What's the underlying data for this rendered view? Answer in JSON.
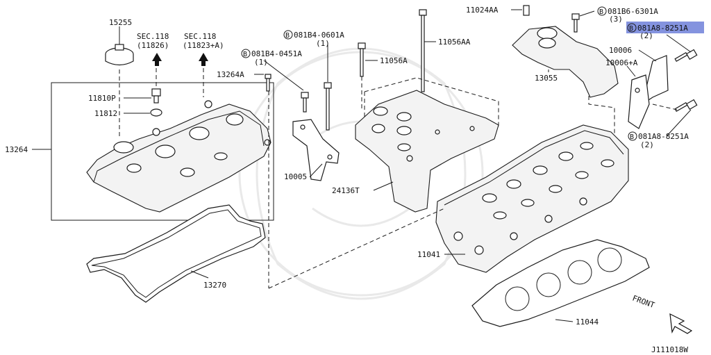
{
  "diagram": {
    "part_labels": {
      "p15255": "15255",
      "sec118_a": "SEC.118",
      "sec118_a_ref": "(11826)",
      "sec118_b": "SEC.118",
      "sec118_b_ref": "(11823+A)",
      "p081B4_0601A": "081B4-0601A",
      "p081B4_0601A_qty": "(1)",
      "p081B4_0451A": "081B4-0451A",
      "p081B4_0451A_qty": "(1)",
      "p13264A": "13264A",
      "p11810P": "11810P",
      "p11812": "11812",
      "p13264": "13264",
      "p11056A": "11056A",
      "p11056AA": "11056AA",
      "p11024AA": "11024AA",
      "p081B6_6301A": "081B6-6301A",
      "p081B6_6301A_qty": "(3)",
      "p081A8_8251A_top": "081A8-8251A",
      "p081A8_8251A_top_qty": "(2)",
      "p10006": "10006",
      "p10006_A": "10006+A",
      "p13055": "13055",
      "p081A8_8251A_bot": "081A8-8251A",
      "p081A8_8251A_bot_qty": "(2)",
      "p10005": "10005",
      "p24136T": "24136T",
      "p11041": "11041",
      "p13270": "13270",
      "p11044": "11044"
    },
    "bolt_marker": "B",
    "front_label": "FRONT",
    "diagram_id": "J111018W",
    "highlight_color": "#6f80d9"
  }
}
